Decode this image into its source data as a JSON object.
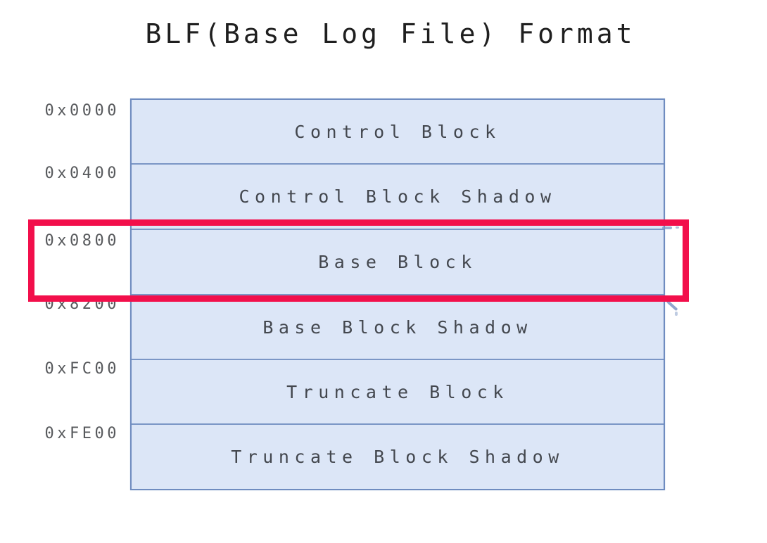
{
  "title": "BLF(Base Log File) Format",
  "diagram": {
    "rows": [
      {
        "address": "0x0000",
        "label": "Control Block"
      },
      {
        "address": "0x0400",
        "label": "Control Block Shadow"
      },
      {
        "address": "0x0800",
        "label": "Base Block"
      },
      {
        "address": "0x8200",
        "label": "Base Block Shadow"
      },
      {
        "address": "0xFC00",
        "label": "Truncate Block"
      },
      {
        "address": "0xFE00",
        "label": "Truncate Block Shadow"
      }
    ],
    "highlighted_row": "Base Block"
  },
  "colors": {
    "block_fill": "#dce6f7",
    "block_border": "#6f8cc0",
    "divider": "#7b96c6",
    "highlight": "#f20f4b",
    "address_text": "#57595c",
    "label_text": "#43474e",
    "title_text": "#1f1f1f"
  }
}
